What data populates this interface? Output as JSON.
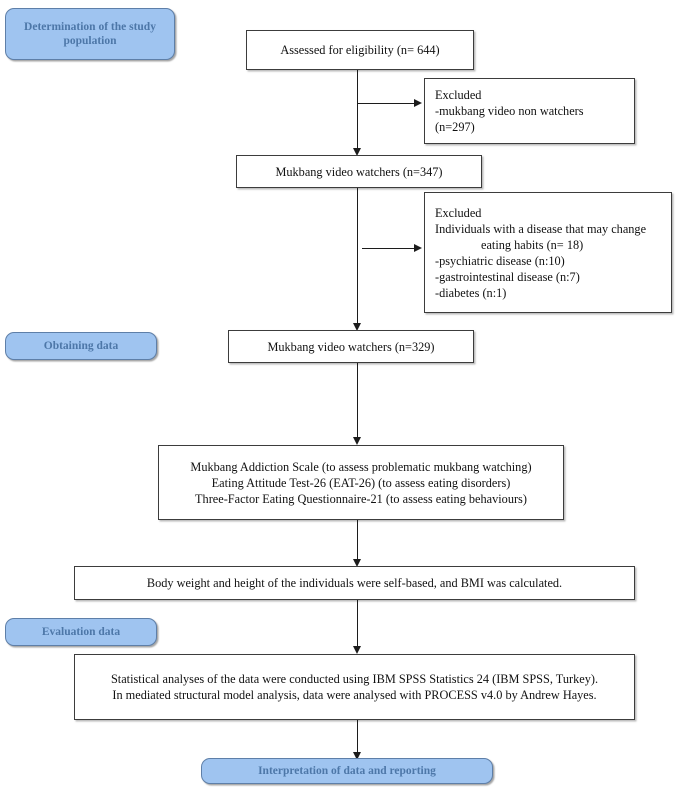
{
  "diagram": {
    "title": "Study flow diagram",
    "type": "flowchart",
    "colors": {
      "stage_fill": "#9FC4F0",
      "stage_border": "#5E7FA8",
      "stage_text": "#4D77A8",
      "node_border": "#3c3c3c",
      "node_fill": "#ffffff",
      "connector": "#1c1c1c"
    }
  },
  "stages": [
    {
      "id": "stage-determination",
      "label_line1": "Determination of the study",
      "label_line2": "population"
    },
    {
      "id": "stage-obtaining",
      "label_line1": "Obtaining data",
      "label_line2": ""
    },
    {
      "id": "stage-evaluation",
      "label_line1": "Evaluation data",
      "label_line2": ""
    }
  ],
  "nodes": {
    "assessed": {
      "lines": [
        "Assessed for eligibility (n= 644)"
      ]
    },
    "excluded_one": {
      "lines": [
        "Excluded",
        "-mukbang video non watchers",
        "(n=297)"
      ]
    },
    "watchers_347": {
      "lines": [
        "Mukbang video watchers (n=347)"
      ]
    },
    "excluded_two": {
      "lines": [
        "Excluded",
        "Individuals with a disease that may change",
        "eating habits (n= 18)",
        "-psychiatric disease (n:10)",
        "-gastrointestinal disease (n:7)",
        "-diabetes (n:1)"
      ]
    },
    "watchers_329": {
      "lines": [
        "Mukbang video watchers (n=329)"
      ]
    },
    "instruments": {
      "lines": [
        "Mukbang Addiction Scale (to assess problematic mukbang watching)",
        "Eating Attitude Test-26 (EAT-26) (to assess eating disorders)",
        "Three-Factor Eating Questionnaire-21 (to assess eating behaviours)"
      ]
    },
    "anthropometry": {
      "lines": [
        "Body weight and height of the individuals were self-based, and BMI was calculated."
      ]
    },
    "statistics": {
      "lines": [
        "Statistical analyses of the data were conducted using IBM SPSS Statistics 24 (IBM SPSS, Turkey).",
        "In mediated structural model analysis, data were analysed with PROCESS v4.0 by Andrew Hayes."
      ]
    },
    "interpretation": {
      "lines": [
        "Interpretation of data and reporting"
      ]
    }
  }
}
